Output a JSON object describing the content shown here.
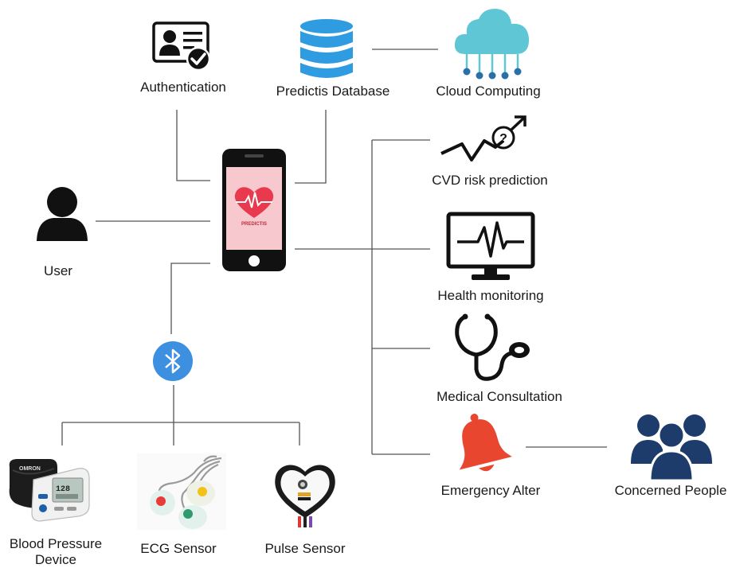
{
  "nodes": {
    "authentication": "Authentication",
    "database": "Predictis Database",
    "cloud": "Cloud Computing",
    "user": "User",
    "phone_app": "PREDICTIS",
    "cvd": "CVD risk prediction",
    "health": "Health monitoring",
    "consultation": "Medical Consultation",
    "emergency": "Emergency Alter",
    "concerned": "Concerned People",
    "bp_line1": "Blood Pressure",
    "bp_line2": "Device",
    "ecg": "ECG Sensor",
    "pulse": "Pulse Sensor",
    "bp_brand": "OMRON",
    "bp_reading": "128"
  },
  "icons": {
    "authentication": "id-card-check-icon",
    "database": "database-icon",
    "cloud": "cloud-icon",
    "user": "user-icon",
    "phone": "smartphone-icon",
    "bluetooth": "bluetooth-icon",
    "cvd": "trend-arrow-question-icon",
    "health": "monitor-heartbeat-icon",
    "consultation": "stethoscope-icon",
    "emergency": "bell-icon",
    "concerned": "group-icon"
  },
  "colors": {
    "line": "#555555",
    "database_blue": "#2f9be0",
    "cloud_teal": "#5fc6d6",
    "bluetooth_blue": "#3d8fe0",
    "heart_red": "#e8394f",
    "bell_red": "#e8462f",
    "group_navy": "#1d3c6b",
    "icon_black": "#111111"
  }
}
